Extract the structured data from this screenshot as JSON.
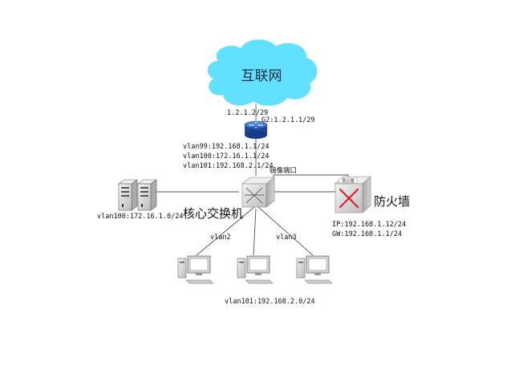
{
  "internet": {
    "label": "互联网",
    "color": "#62e0ff"
  },
  "router": {
    "uplink_ip": "1.2.1.2/29",
    "port_label": "G2:1.2.1.1/29",
    "color": "#2a63c8"
  },
  "vlans": [
    "vlan99:192.168.1.1/24",
    "vlan100:172.16.1.1/24",
    "vlan101:192.168.2.1/24"
  ],
  "mirror_port": "镜像端口",
  "core_switch": {
    "label": "核心交换机"
  },
  "servers": {
    "subnet": "vlan100:172.16.1.0/24"
  },
  "firewall": {
    "label": "防火墙",
    "badge": "防火墙",
    "ip": "IP:192.168.1.12/24",
    "gw": "GW:192.168.1.1/24",
    "accent": "#d8232a"
  },
  "links": {
    "left": "vlan2",
    "right": "vlan3"
  },
  "clients": {
    "subnet": "vlan101:192.168.2.0/24"
  }
}
